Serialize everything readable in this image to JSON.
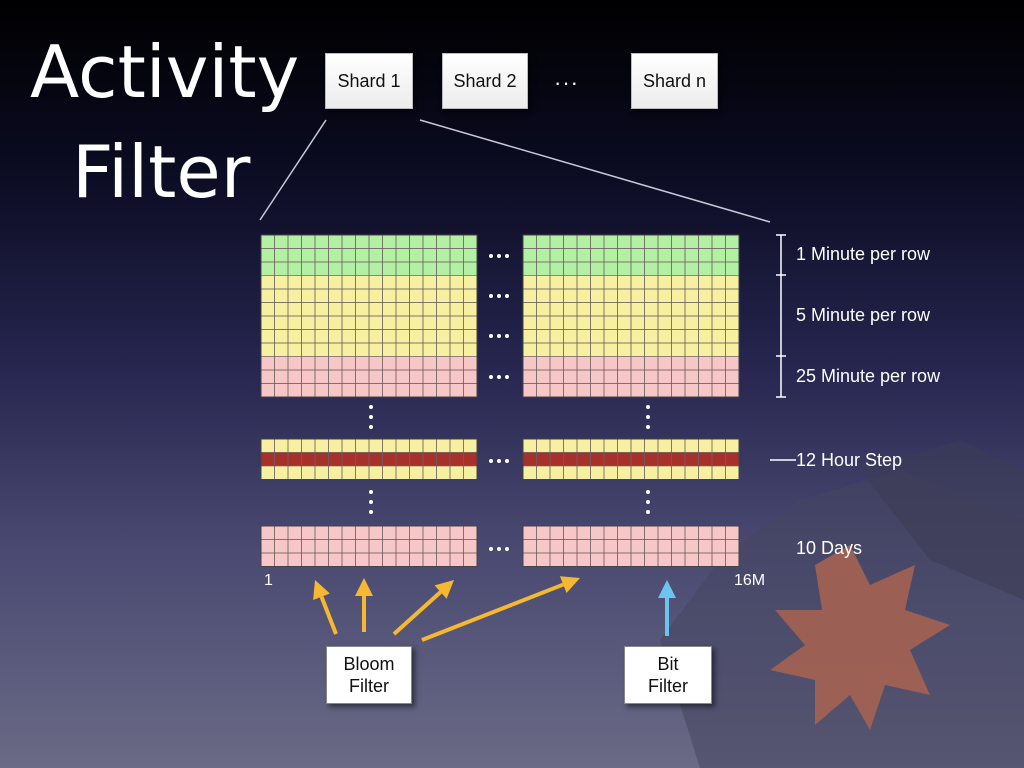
{
  "title": {
    "line1": "Activity",
    "line2": "Filter"
  },
  "shards": {
    "s1": "Shard 1",
    "s2": "Shard 2",
    "ellipsis": "···",
    "sn": "Shard n"
  },
  "levels": {
    "l1": "1 Minute per row",
    "l2": "5 Minute per row",
    "l3": "25 Minute per row",
    "l4": "12 Hour Step",
    "l5": "10 Days"
  },
  "axis": {
    "start": "1",
    "end": "16M"
  },
  "filters": {
    "bloom": {
      "line1": "Bloom",
      "line2": "Filter"
    },
    "bit": {
      "line1": "Bit",
      "line2": "Filter"
    }
  },
  "colors": {
    "green": "#b3f0a3",
    "yellow": "#f7f0a0",
    "pink": "#f7c6c6",
    "darkred": "#a8302a",
    "bloom_arrow": "#f5b830",
    "bit_arrow": "#6ec4f0",
    "star": "#a46252"
  }
}
